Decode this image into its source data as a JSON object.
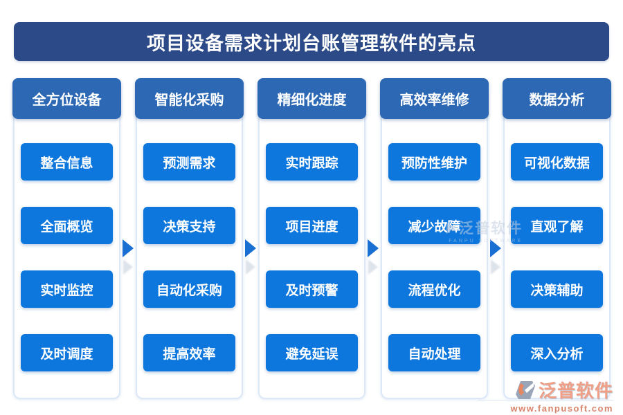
{
  "title": "项目设备需求计划台账管理软件的亮点",
  "columns": [
    {
      "header": "全方位设备",
      "items": [
        "整合信息",
        "全面概览",
        "实时监控",
        "及时调度"
      ]
    },
    {
      "header": "智能化采购",
      "items": [
        "预测需求",
        "决策支持",
        "自动化采购",
        "提高效率"
      ]
    },
    {
      "header": "精细化进度",
      "items": [
        "实时跟踪",
        "项目进度",
        "及时预警",
        "避免延误"
      ]
    },
    {
      "header": "高效率维修",
      "items": [
        "预防性维护",
        "减少故障",
        "流程优化",
        "自动处理"
      ]
    },
    {
      "header": "数据分析",
      "items": [
        "可视化数据",
        "直观了解",
        "决策辅助",
        "深入分析"
      ]
    }
  ],
  "watermark": {
    "text": "泛普软件",
    "subtext": "FANPU SOFTWARE"
  },
  "footer": {
    "brand": "泛普软件",
    "url": "www.fanpusoft.com"
  },
  "colors": {
    "title_bar": "#2c4a87",
    "column_header": "#2d68b5",
    "item_button": "#0d77dd",
    "arrow": "#1a6fd2",
    "panel_border": "#dce8f7",
    "brand_accent": "#ef9f87"
  }
}
